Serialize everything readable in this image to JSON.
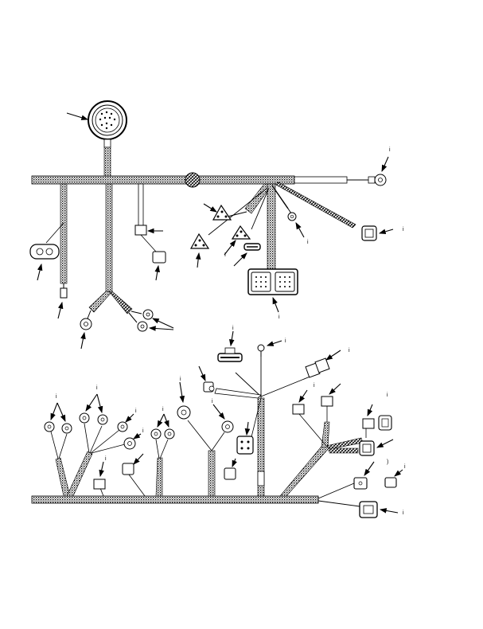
{
  "diagram": {
    "type": "wiring-harness-illustration",
    "background": "#ffffff",
    "ink": "#000000",
    "callout_marks": [
      {
        "id": "c1",
        "text": "i"
      },
      {
        "id": "c2",
        "text": "I"
      },
      {
        "id": "c3",
        "text": "i"
      },
      {
        "id": "c4",
        "text": "i"
      },
      {
        "id": "c5",
        "text": "i"
      },
      {
        "id": "c6",
        "text": "i"
      },
      {
        "id": "c7",
        "text": "i"
      },
      {
        "id": "c8",
        "text": "i"
      },
      {
        "id": "c9",
        "text": "i"
      },
      {
        "id": "c10",
        "text": "i"
      },
      {
        "id": "c11",
        "text": "i"
      },
      {
        "id": "c12",
        "text": "i"
      },
      {
        "id": "c13",
        "text": "i"
      },
      {
        "id": "c14",
        "text": "i"
      },
      {
        "id": "c15",
        "text": "i"
      },
      {
        "id": "c16",
        "text": "i"
      },
      {
        "id": "c17",
        "text": "i"
      },
      {
        "id": "c18",
        "text": "i"
      },
      {
        "id": "c19",
        "text": ")"
      },
      {
        "id": "c20",
        "text": "i"
      },
      {
        "id": "c21",
        "text": "i"
      }
    ]
  }
}
